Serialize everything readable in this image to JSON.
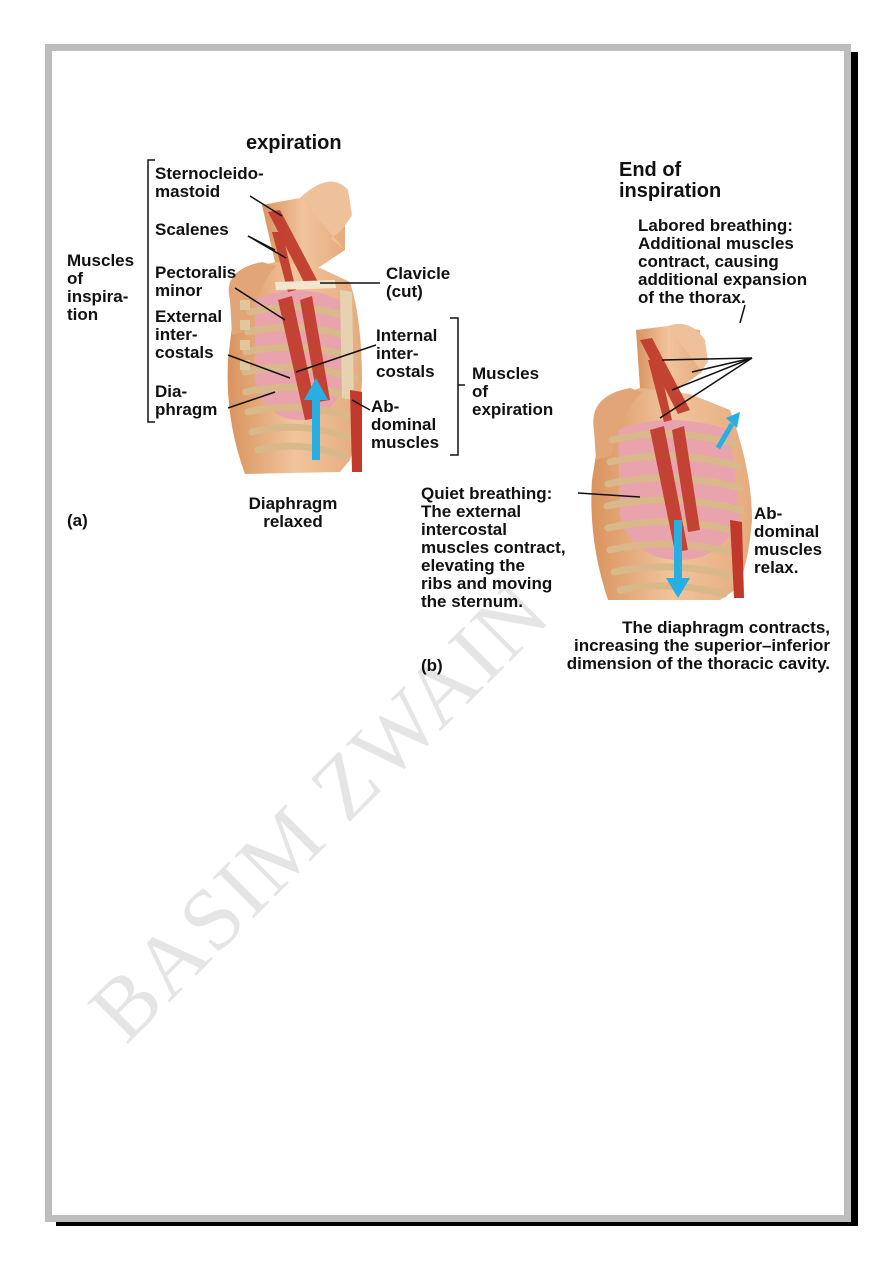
{
  "panel_a": {
    "title": "expiration",
    "panel_label": "(a)",
    "caption": "Diaphragm\nrelaxed",
    "group_inspiration": "Muscles\nof\ninspira-\ntion",
    "group_expiration": "Muscles\nof\nexpiration",
    "labels": {
      "sternocleidomastoid": "Sternocleido-\nmastoid",
      "scalenes": "Scalenes",
      "pectoralis_minor": "Pectoralis\nminor",
      "external_intercostals": "External\ninter-\ncostals",
      "diaphragm": "Dia-\nphragm",
      "clavicle": "Clavicle\n(cut)",
      "internal_intercostals": "Internal\ninter-\ncostals",
      "abdominal_muscles": "Ab-\ndominal\nmuscles"
    }
  },
  "panel_b": {
    "title": "End of\ninspiration",
    "panel_label": "(b)",
    "labored_breathing": "Labored breathing:\nAdditional muscles\ncontract, causing\nadditional expansion\nof the thorax.",
    "quiet_breathing": "Quiet breathing:\nThe external\nintercostal\nmuscles contract,\nelevating the\nribs and moving\nthe sternum.",
    "abdominal_relax": "Ab-\ndominal\nmuscles\nrelax.",
    "diaphragm_note": "The diaphragm contracts,\nincreasing the superior–inferior\ndimension of the thoracic cavity."
  },
  "watermark": "BASIM ZWAIN",
  "colors": {
    "frame_border": "#bdbdbd",
    "shadow": "#000000",
    "skin": "#e8b48a",
    "muscle": "#c0392b",
    "rib": "#d9b98a",
    "lung": "#e9a3ad",
    "arrow": "#29aee3"
  }
}
